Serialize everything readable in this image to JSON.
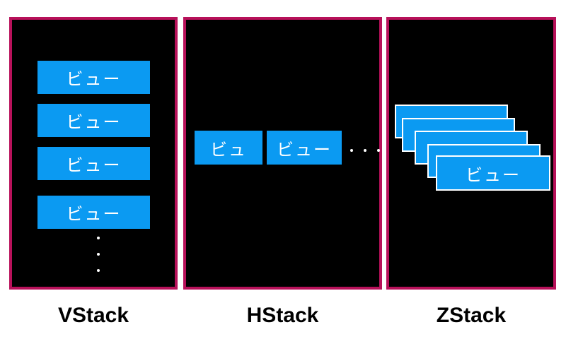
{
  "vstack": {
    "views": [
      "ビュー",
      "ビュー",
      "ビュー",
      "ビュー"
    ],
    "label": "VStack"
  },
  "hstack": {
    "views": [
      "ビュ",
      "ビュー"
    ],
    "label": "HStack"
  },
  "zstack": {
    "top_view": "ビュー",
    "label": "ZStack"
  },
  "colors": {
    "panel_background": "#000000",
    "panel_border": "#b8115a",
    "view_fill": "#0b9af2",
    "view_text": "#ffffff"
  }
}
